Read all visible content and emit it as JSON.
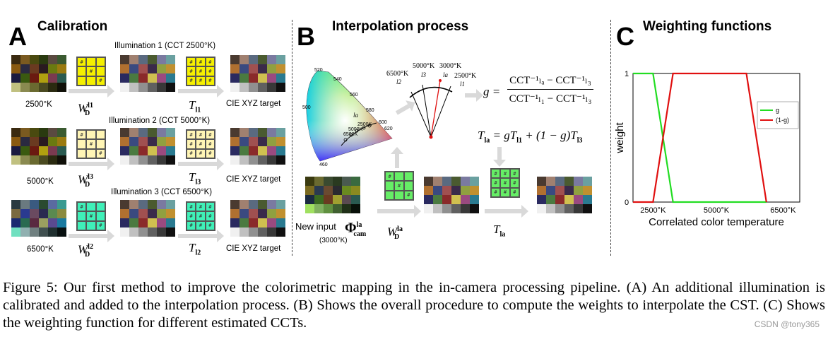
{
  "panels": {
    "a": {
      "letter": "A",
      "title": "Calibration",
      "illum1": "Illumination 1 (CCT 2500°K)",
      "illum2": "Illumination 2 (CCT 5000°K)",
      "illum3": "Illumination 3 (CCT 6500°K)",
      "cct1": "2500°K",
      "cct2": "5000°K",
      "cct3": "6500°K",
      "target1": "CIE XYZ target",
      "target2": "CIE XYZ target",
      "target3": "CIE XYZ target",
      "w_base": "W",
      "w_sub": "D",
      "w_sup1": "l1",
      "w_sup2": "l3",
      "w_sup3": "l2",
      "t_base": "T",
      "t_sub1": "l1",
      "t_sub2": "l3",
      "t_sub3": "l2"
    },
    "b": {
      "letter": "B",
      "title": "Interpolation process",
      "locus_520": "520",
      "locus_540": "540",
      "locus_560": "560",
      "locus_580": "580",
      "locus_500": "500",
      "locus_600": "600",
      "locus_620": "620",
      "locus_460": "460",
      "locus_la": "la",
      "k2500": "2500K",
      "k5000": "5000K",
      "k6500": "6500K",
      "fan_6500": "6500°K",
      "fan_5000": "5000°K",
      "fan_3000": "3000°K",
      "fan_2500": "2500°K",
      "fan_l2": "l2",
      "fan_l3": "l3",
      "fan_la": "la",
      "fan_l1": "l1",
      "g_lhs": "g =",
      "g_num": "CCT⁻¹ₗₐ − CCT⁻¹ₗ₃",
      "g_den": "CCT⁻¹ₗ₁ − CCT⁻¹ₗ₃",
      "t_eq": "= gT",
      "t_eq_mid": " + (1 − g)T",
      "new_input": "New input",
      "new_input_cct": "(3000°K)",
      "phi": "Φ",
      "phi_sub": "cam",
      "phi_sup": "la",
      "w_sup": "la",
      "t_sub": "la"
    },
    "c": {
      "letter": "C",
      "title": "Weighting functions"
    }
  },
  "chart_data": {
    "type": "line",
    "xlabel": "Correlated color temperature",
    "ylabel": "weight",
    "x_tick_labels": [
      "2500°K",
      "5000°K",
      "6500°K"
    ],
    "y_tick_labels": [
      "0",
      "1"
    ],
    "ylim": [
      0,
      1
    ],
    "legend": "right",
    "series": [
      {
        "name": "g",
        "color": "#22dd22",
        "points": [
          [
            0.0,
            1
          ],
          [
            0.12,
            1
          ],
          [
            0.24,
            0
          ],
          [
            0.68,
            0
          ],
          [
            0.8,
            0
          ]
        ]
      },
      {
        "name": "(1-g)",
        "color": "#e01010",
        "points": [
          [
            0.0,
            0
          ],
          [
            0.12,
            0
          ],
          [
            0.24,
            1
          ],
          [
            0.68,
            1
          ],
          [
            0.8,
            0
          ]
        ]
      }
    ]
  },
  "caption": {
    "text": "Figure 5: Our first method to improve the colorimetric mapping in the in-camera processing pipeline. (A) An additional illumination is calibrated and added to the interpolation process. (B) Shows the overall procedure to compute the weights to interpolate the CST. (C) Shows the weighting function for different estimated CCTs."
  },
  "watermark": "CSDN @tony365"
}
